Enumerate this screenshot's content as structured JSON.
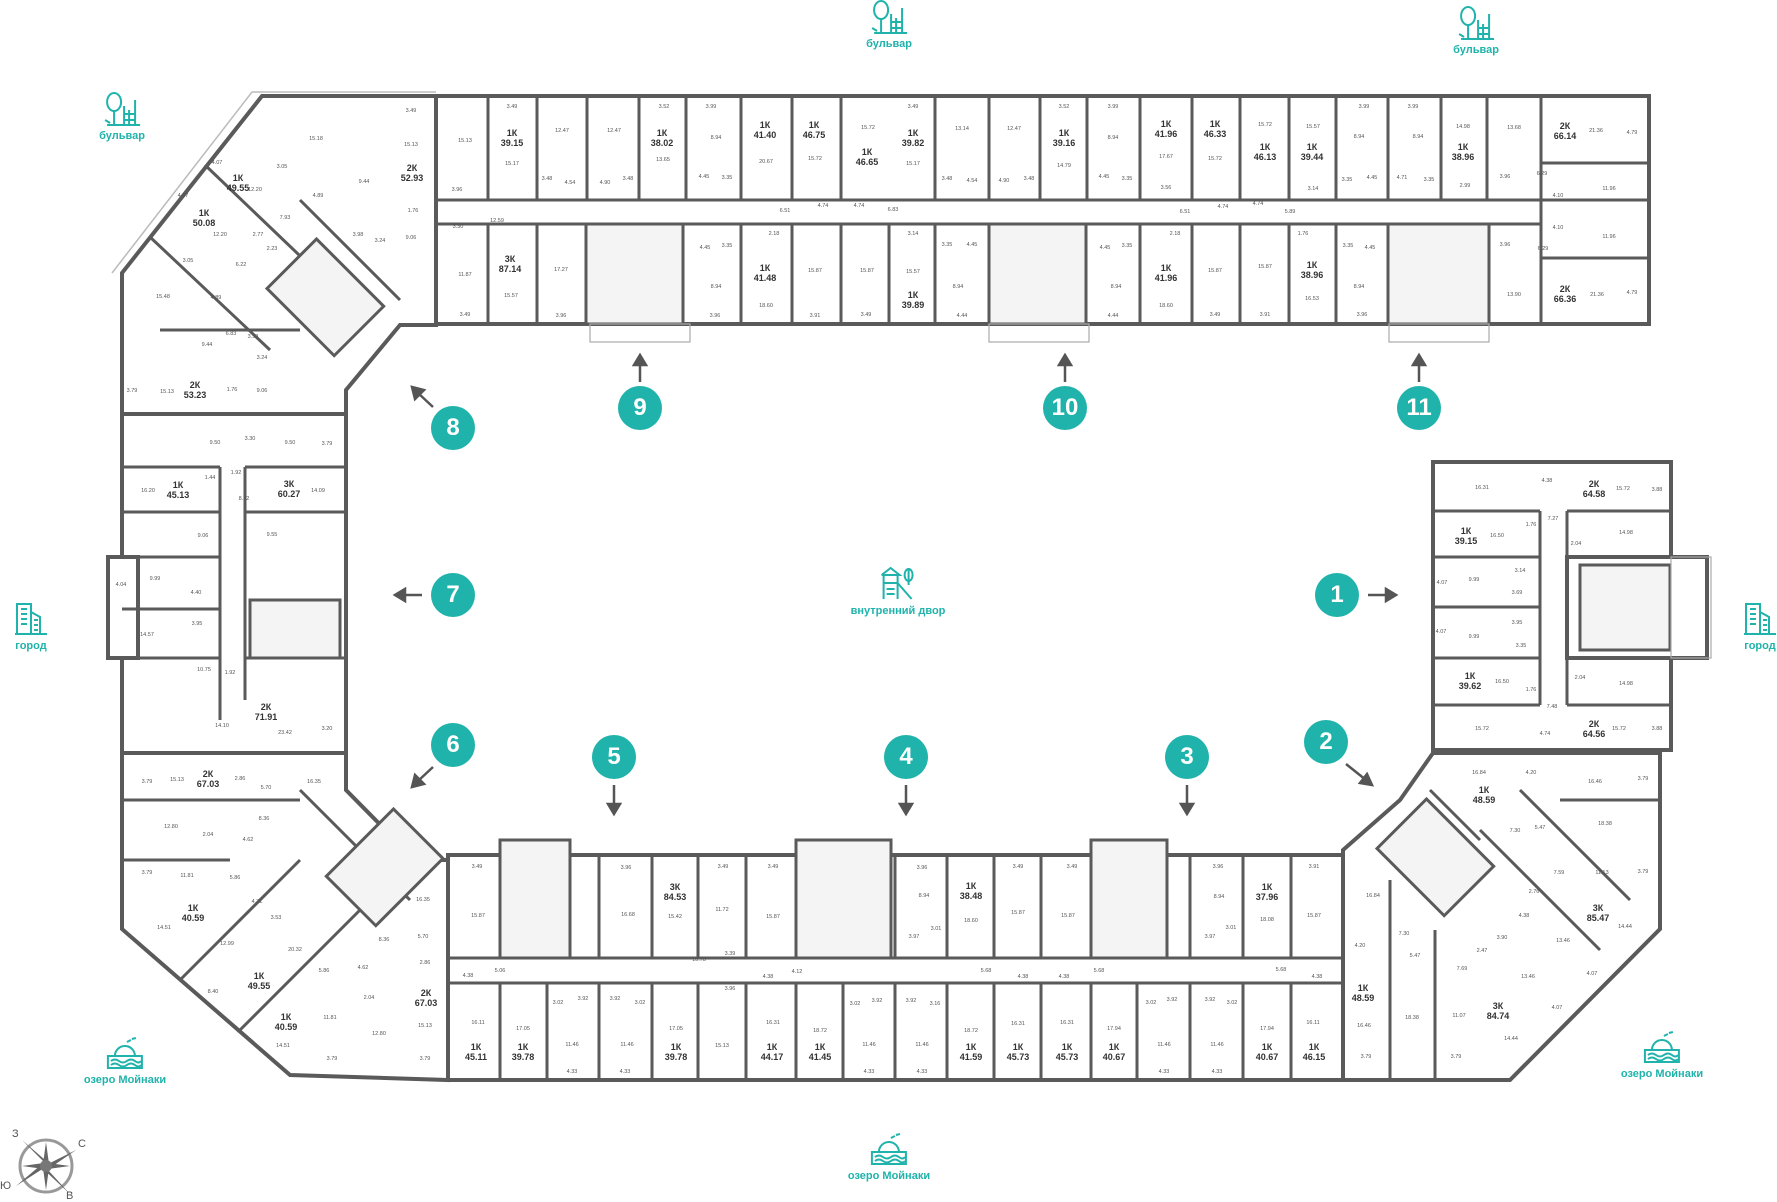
{
  "colors": {
    "accent": "#1fb3ab",
    "wall": "#5a5a5a"
  },
  "landmarks": {
    "boulevard_left": "бульвар",
    "boulevard_top": "бульвар",
    "boulevard_right": "бульвар",
    "city_left": "город",
    "city_right": "город",
    "courtyard": "внутренний двор",
    "lake_left": "озеро Мойнаки",
    "lake_bottom": "озеро Мойнаки",
    "lake_right": "озеро Мойнаки"
  },
  "markers": [
    "1",
    "2",
    "3",
    "4",
    "5",
    "6",
    "7",
    "8",
    "9",
    "10",
    "11"
  ],
  "compass": {
    "west": "З",
    "north": "С",
    "south": "Ю",
    "east": "В"
  },
  "apartments": [
    {
      "type": "1К",
      "area": "39.15"
    },
    {
      "type": "3К",
      "area": "87.14"
    },
    {
      "type": "1К",
      "area": "38.02"
    },
    {
      "type": "1К",
      "area": "41.40"
    },
    {
      "type": "1К",
      "area": "46.75"
    },
    {
      "type": "1К",
      "area": "46.65"
    },
    {
      "type": "1К",
      "area": "41.48"
    },
    {
      "type": "1К",
      "area": "49.55"
    },
    {
      "type": "1К",
      "area": "50.08"
    },
    {
      "type": "2К",
      "area": "52.93"
    },
    {
      "type": "2К",
      "area": "53.23"
    },
    {
      "type": "1К",
      "area": "39.82"
    },
    {
      "type": "1К",
      "area": "39.89"
    },
    {
      "type": "1К",
      "area": "39.16"
    },
    {
      "type": "1К",
      "area": "41.96"
    },
    {
      "type": "1К",
      "area": "46.33"
    },
    {
      "type": "1К",
      "area": "41.96"
    },
    {
      "type": "1К",
      "area": "46.13"
    },
    {
      "type": "1К",
      "area": "39.44"
    },
    {
      "type": "1К",
      "area": "38.96"
    },
    {
      "type": "1К",
      "area": "38.96"
    },
    {
      "type": "2К",
      "area": "66.14"
    },
    {
      "type": "2К",
      "area": "66.36"
    },
    {
      "type": "1К",
      "area": "45.13"
    },
    {
      "type": "3К",
      "area": "60.27"
    },
    {
      "type": "2К",
      "area": "71.91"
    },
    {
      "type": "2К",
      "area": "67.03"
    },
    {
      "type": "1К",
      "area": "40.59"
    },
    {
      "type": "1К",
      "area": "49.55"
    },
    {
      "type": "1К",
      "area": "40.59"
    },
    {
      "type": "2К",
      "area": "67.03"
    },
    {
      "type": "1К",
      "area": "45.11"
    },
    {
      "type": "1К",
      "area": "39.78"
    },
    {
      "type": "3К",
      "area": "84.53"
    },
    {
      "type": "1К",
      "area": "39.78"
    },
    {
      "type": "1К",
      "area": "44.17"
    },
    {
      "type": "1К",
      "area": "41.45"
    },
    {
      "type": "1К",
      "area": "38.48"
    },
    {
      "type": "1К",
      "area": "41.59"
    },
    {
      "type": "1К",
      "area": "45.73"
    },
    {
      "type": "1К",
      "area": "45.73"
    },
    {
      "type": "1К",
      "area": "40.67"
    },
    {
      "type": "1К",
      "area": "37.96"
    },
    {
      "type": "1К",
      "area": "40.67"
    },
    {
      "type": "1К",
      "area": "46.15"
    },
    {
      "type": "1К",
      "area": "48.59"
    },
    {
      "type": "3К",
      "area": "85.47"
    },
    {
      "type": "3К",
      "area": "84.74"
    },
    {
      "type": "2К",
      "area": "64.58"
    },
    {
      "type": "1К",
      "area": "39.15"
    },
    {
      "type": "1К",
      "area": "39.62"
    },
    {
      "type": "2К",
      "area": "64.56"
    },
    {
      "type": "1К",
      "area": "48.59"
    }
  ],
  "room_areas": {
    "top": [
      "3.49",
      "12.47",
      "12.47",
      "3.52",
      "3.99",
      "15.13",
      "15.17",
      "3.48",
      "4.54",
      "4.90",
      "3.48",
      "13.65",
      "8.94",
      "4.45",
      "3.35",
      "20.67",
      "15.72",
      "15.72",
      "3.96",
      "12.59",
      "3.30",
      "6.51",
      "4.74",
      "4.74",
      "6.83",
      "11.87",
      "15.57",
      "17.27",
      "3.49",
      "3.96",
      "4.45",
      "3.35",
      "2.18",
      "8.94",
      "3.96",
      "18.60",
      "15.87",
      "3.91",
      "15.87",
      "3.49",
      "3.49",
      "13.14",
      "12.47",
      "3.52",
      "3.99",
      "15.17",
      "3.48",
      "4.54",
      "4.90",
      "3.48",
      "14.79",
      "8.94",
      "4.45",
      "3.35",
      "17.67",
      "15.72",
      "3.56",
      "15.72",
      "15.57",
      "3.99",
      "3.99",
      "8.94",
      "8.94",
      "14.98",
      "13.68",
      "21.36",
      "4.79",
      "3.14",
      "3.35",
      "4.45",
      "4.71",
      "3.35",
      "2.99",
      "3.96",
      "6.29",
      "11.96",
      "4.10",
      "6.51",
      "4.74",
      "4.74",
      "5.89",
      "4.10",
      "11.96",
      "6.29",
      "3.14",
      "3.35",
      "4.45",
      "4.45",
      "3.35",
      "2.18",
      "1.76",
      "3.35",
      "4.45",
      "3.96",
      "15.57",
      "8.94",
      "8.94",
      "15.87",
      "15.87",
      "16.53",
      "8.94",
      "13.90",
      "21.36",
      "4.79",
      "18.60",
      "4.44",
      "4.44",
      "3.49",
      "3.91",
      "3.96"
    ],
    "left_corner": [
      "3.49",
      "15.18",
      "15.13",
      "4.07",
      "3.05",
      "12.20",
      "4.89",
      "9.44",
      "4.07",
      "7.93",
      "1.76",
      "12.20",
      "2.77",
      "2.23",
      "3.98",
      "3.24",
      "9.06",
      "3.05",
      "6.22",
      "15.48",
      "4.89",
      "6.83",
      "3.98",
      "9.44",
      "3.24",
      "3.79",
      "15.13",
      "1.76",
      "9.06"
    ],
    "left_wing": [
      "9.50",
      "3.30",
      "9.50",
      "3.79",
      "1.44",
      "1.92",
      "16.20",
      "14.09",
      "8.62",
      "9.06",
      "9.55",
      "4.04",
      "9.99",
      "4.40",
      "3.95",
      "14.57",
      "10.75",
      "1.92",
      "14.10",
      "23.42",
      "3.20"
    ],
    "lower_left": [
      "3.79",
      "15.13",
      "2.86",
      "5.70",
      "16.35",
      "8.36",
      "12.80",
      "2.04",
      "4.62",
      "3.79",
      "11.81",
      "5.86",
      "4.31",
      "3.53",
      "14.51",
      "12.99",
      "20.32",
      "16.35",
      "8.36",
      "5.70",
      "2.86",
      "4.62",
      "5.86",
      "8.40",
      "2.04",
      "11.81",
      "12.80",
      "15.13",
      "14.51",
      "3.79",
      "3.79"
    ],
    "bottom": [
      "3.49",
      "15.87",
      "5.06",
      "4.38",
      "16.11",
      "17.05",
      "3.02",
      "3.92",
      "3.92",
      "3.02",
      "11.46",
      "11.46",
      "4.33",
      "4.33",
      "3.96",
      "16.68",
      "15.42",
      "3.49",
      "11.72",
      "10.78",
      "3.39",
      "3.96",
      "17.05",
      "15.13",
      "3.49",
      "15.87",
      "4.38",
      "4.12",
      "16.31",
      "18.72",
      "3.02",
      "3.92",
      "3.92",
      "3.16",
      "11.46",
      "11.46",
      "4.33",
      "4.33",
      "3.96",
      "8.94",
      "3.01",
      "3.97",
      "18.60",
      "5.68",
      "18.72",
      "3.49",
      "15.87",
      "4.38",
      "16.31"
    ],
    "bottom_right": [
      "3.49",
      "15.87",
      "5.68",
      "4.38",
      "16.31",
      "17.94",
      "3.02",
      "3.92",
      "3.92",
      "3.02",
      "11.46",
      "11.46",
      "4.33",
      "4.33",
      "3.96",
      "8.94",
      "3.01",
      "3.97",
      "18.08",
      "5.68",
      "17.94",
      "3.91",
      "15.87",
      "4.38",
      "16.11",
      "16.84",
      "4.20",
      "7.30",
      "5.47",
      "16.46",
      "3.79",
      "18.38",
      "7.69",
      "11.07",
      "3.79",
      "2.47",
      "3.90",
      "4.38",
      "2.76",
      "7.59",
      "11.13",
      "3.79",
      "13.46",
      "13.46",
      "14.44",
      "4.07",
      "4.07",
      "14.44"
    ],
    "right_wing": [
      "16.31",
      "4.38",
      "15.72",
      "3.88",
      "7.27",
      "1.76",
      "16.50",
      "2.04",
      "14.98",
      "3.14",
      "4.07",
      "9.99",
      "3.69",
      "3.95",
      "4.07",
      "9.99",
      "3.35",
      "16.50",
      "1.76",
      "2.04",
      "14.98",
      "7.48",
      "15.72",
      "4.74",
      "15.72",
      "3.88",
      "16.84",
      "4.20",
      "16.46",
      "3.79",
      "7.30",
      "5.47",
      "18.38"
    ]
  }
}
